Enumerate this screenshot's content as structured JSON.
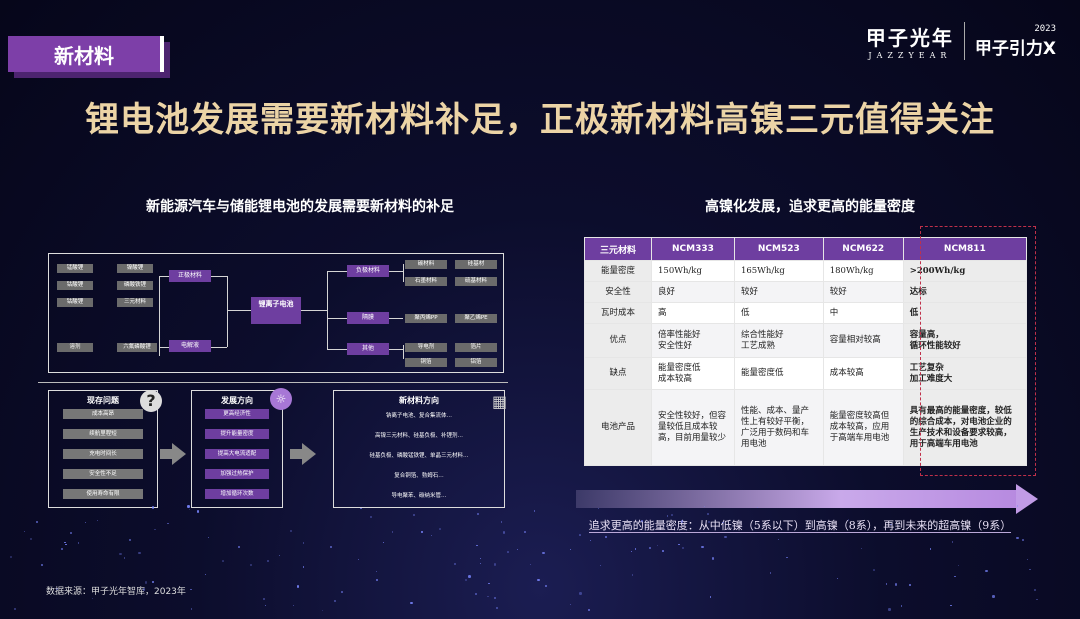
{
  "tag": "新材料",
  "brand": {
    "cn": "甲子光年",
    "en": "JAZZYEAR",
    "year": "2023",
    "event": "甲子引力X"
  },
  "title": "锂电池发展需要新材料补足，正极新材料高镍三元值得关注",
  "left_subtitle": "新能源汽车与储能锂电池的发展需要新材料的补足",
  "right_subtitle": "高镍化发展，追求更高的能量密度",
  "flow": {
    "left_nodes": [
      "锰酸锂",
      "钴酸锂",
      "钴酸锂",
      "镍酸锂",
      "磷酸铁锂",
      "三元材料",
      "溶剂",
      "六氟磷酸锂"
    ],
    "center_left": [
      "正极材料",
      "电解液"
    ],
    "center": "锂离子电池",
    "center_right": [
      "负极材料",
      "隔膜",
      "其他"
    ],
    "right_nodes": [
      "碳材料",
      "硅基材",
      "石墨材料",
      "硫基材料",
      "聚丙烯PP",
      "聚乙烯PE",
      "导电剂",
      "箔片",
      "铜箔",
      "铝箔"
    ]
  },
  "problems": {
    "title": "现存问题",
    "items": [
      "成本高昂",
      "续航里程短",
      "充电时间长",
      "安全性不足",
      "使用寿命有限"
    ]
  },
  "directions": {
    "title": "发展方向",
    "items": [
      "更高经济性",
      "提升能量密度",
      "提高大电流适配",
      "加强过热保护",
      "增加循环次数"
    ]
  },
  "new_materials": {
    "title": "新材料方向",
    "items": [
      "钠离子电池、复合集流体…",
      "高镍三元材料、硅基负极、补锂剂…",
      "硅基负极、磷酸锰铁锂、单晶三元材料…",
      "复合铜箔、勃姆石…",
      "导电聚苯、碳纳米管…"
    ]
  },
  "table": {
    "headers": [
      "三元材料",
      "NCM333",
      "NCM523",
      "NCM622",
      "NCM811"
    ],
    "rows": [
      [
        "能量密度",
        "150Wh/kg",
        "165Wh/kg",
        "180Wh/kg",
        ">200Wh/kg"
      ],
      [
        "安全性",
        "良好",
        "较好",
        "较好",
        "达标"
      ],
      [
        "瓦时成本",
        "高",
        "低",
        "中",
        "低"
      ],
      [
        "优点",
        "倍率性能好\n安全性好",
        "综合性能好\n工艺成熟",
        "容量相对较高",
        "容量高，\n循环性能较好"
      ],
      [
        "缺点",
        "能量密度低\n成本较高",
        "能量密度低",
        "成本较高",
        "工艺复杂\n加工难度大"
      ],
      [
        "电池产品",
        "安全性较好，但容量较低且成本较高，目前用量较少",
        "性能、成本、量产性上有较好平衡，广泛用于数码和车用电池",
        "能量密度较高但成本较高，应用于高端车用电池",
        "具有最高的能量密度，较低的综合成本，对电池企业的生产技术和设备要求较高，用于高端车用电池"
      ]
    ]
  },
  "trend": "追求更高的能量密度：从中低镍（5系以下）到高镍（8系），再到未来的超高镍（9系）",
  "source": "数据来源：甲子光年智库，2023年",
  "colors": {
    "accent": "#6e3ea0",
    "title": "#ecd4a6",
    "highlight": "#c0304a"
  }
}
